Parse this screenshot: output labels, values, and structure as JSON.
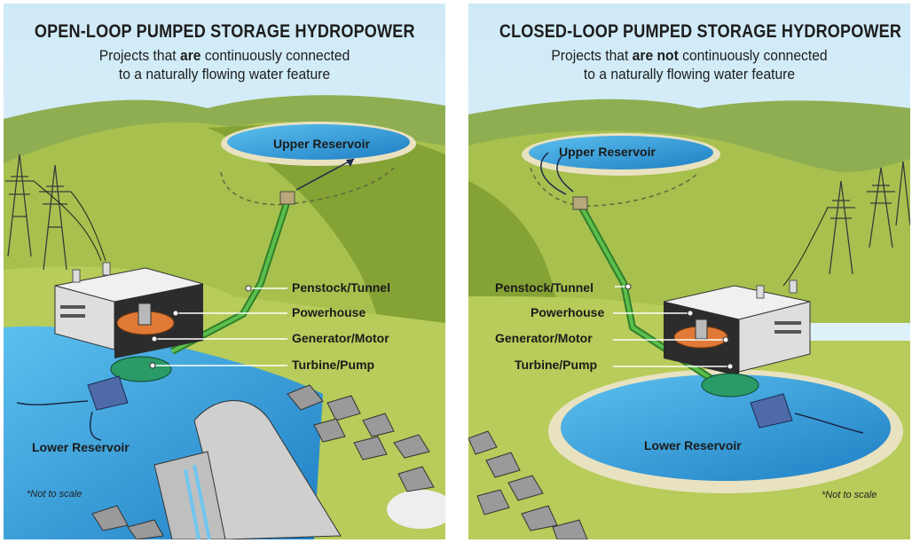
{
  "open_loop": {
    "title": "OPEN-LOOP PUMPED STORAGE HYDROPOWER",
    "subtitle_pre": "Projects that ",
    "subtitle_emph": "are",
    "subtitle_post": " continuously connected",
    "subtitle_line2": "to a naturally flowing water feature",
    "labels": {
      "upper_reservoir": "Upper Reservoir",
      "penstock": "Penstock/Tunnel",
      "powerhouse": "Powerhouse",
      "generator": "Generator/Motor",
      "turbine": "Turbine/Pump",
      "lower_reservoir": "Lower Reservoir"
    },
    "note": "*Not to scale"
  },
  "closed_loop": {
    "title": "CLOSED-LOOP PUMPED STORAGE HYDROPOWER",
    "subtitle_pre": "Projects that ",
    "subtitle_emph": "are not",
    "subtitle_post": " continuously connected",
    "subtitle_line2": "to a naturally flowing water feature",
    "labels": {
      "upper_reservoir": "Upper Reservoir",
      "penstock": "Penstock/Tunnel",
      "powerhouse": "Powerhouse",
      "generator": "Generator/Motor",
      "turbine": "Turbine/Pump",
      "lower_reservoir": "Lower Reservoir"
    },
    "note": "*Not to scale"
  },
  "colors": {
    "sky": "#d7eef8",
    "hill_light": "#a8c24a",
    "hill_dark": "#6f8f2c",
    "water": "#3a9fd8",
    "penstock": "#3f9a3a",
    "rock": "#8a8a8a"
  },
  "icons": [
    "transmission-tower-icon",
    "flow-arrow-icon"
  ]
}
